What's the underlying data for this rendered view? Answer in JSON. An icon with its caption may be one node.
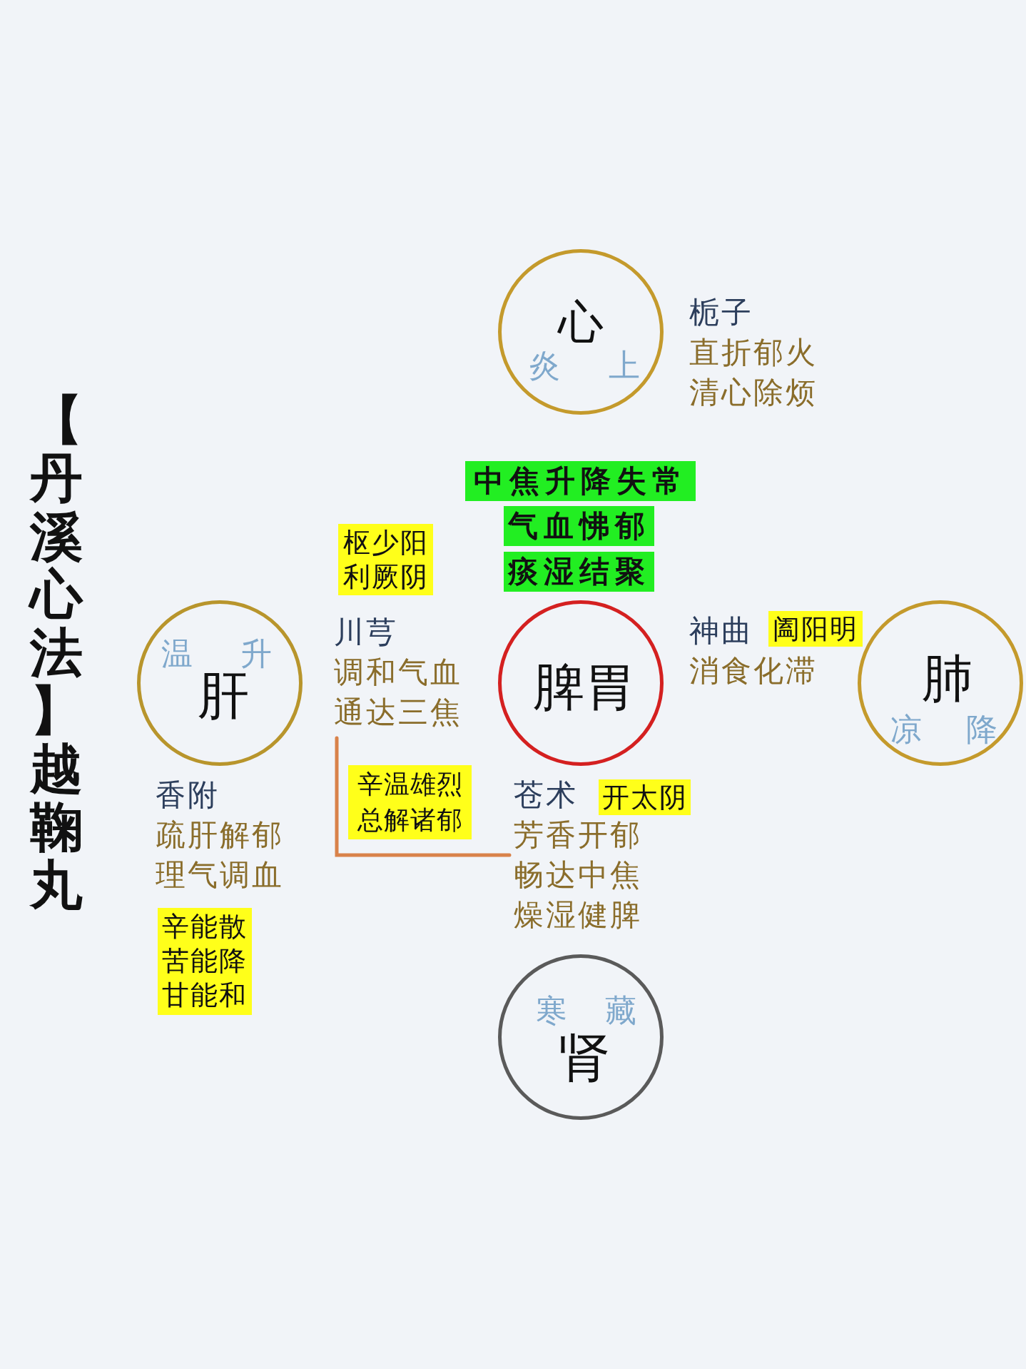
{
  "diagram": {
    "title": "【丹溪心法】越鞠丸",
    "nodes": [
      {
        "text": [
          "心",
          "炎",
          "上"
        ],
        "beside": [
          "栀子",
          "直折郁火",
          "清心除烦"
        ]
      },
      {
        "text": [
          "中焦升降失常"
        ]
      },
      {
        "text": [
          "气血怫郁"
        ]
      },
      {
        "text": [
          "痰湿结聚"
        ]
      },
      {
        "text": [
          "枢少阳利厥阴"
        ]
      },
      {
        "text": [
          "川芎",
          "调和气血",
          "通达三焦"
        ]
      },
      {
        "text": [
          "阖阳明"
        ]
      },
      {
        "text": [
          "温",
          "升",
          "肝"
        ],
        "beside": [
          "香附",
          "疏肝解郁",
          "理气调血"
        ]
      },
      {
        "text": [
          "脾胃"
        ]
      },
      {
        "text": [
          "肺",
          "凉",
          "降"
        ]
      },
      {
        "text": [
          "辛温雄烈总解诸郁"
        ]
      },
      {
        "text": [
          "开太阴"
        ]
      },
      {
        "text": [
          "苍术",
          "芳香开郁",
          "畅达中焦",
          "燥湿健脾"
        ]
      },
      {
        "text": [
          "辛能散苦能降甘能和"
        ]
      },
      {
        "text": [
          "寒",
          "藏",
          "肾"
        ]
      }
    ],
    "edges": [
      {
        "from": 5,
        "to": 12,
        "arrow": "none",
        "color": "#d9824a"
      }
    ],
    "labels": [
      "神曲",
      "消食化滞"
    ]
  }
}
